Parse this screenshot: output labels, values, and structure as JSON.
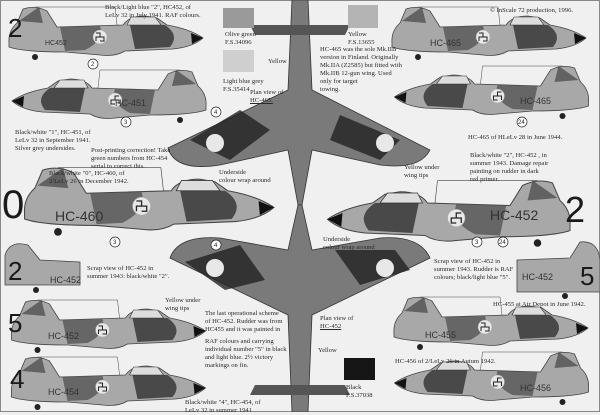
{
  "copyright": "© InScale 72 production, 1996.",
  "swatches": [
    {
      "name": "Olive green",
      "fs": "F.S.34096",
      "color": "#9a9a9a"
    },
    {
      "name": "Light blue grey",
      "fs": "F.S.35414",
      "color": "#cfcfcf"
    },
    {
      "name": "Yellow",
      "fs": "F.S.13655",
      "color": "#b4b4b4"
    },
    {
      "name": "Black",
      "fs": "F.S.37038",
      "color": "#161616"
    }
  ],
  "captions": {
    "hc452_1941_a": "Black/Light blue \"2\", HC452, of",
    "hc452_1941_b": "LeLv 32 in July 1941. RAF colours.",
    "plan465_a": "Plan view of",
    "plan465_b": "HC-465.",
    "yellow_top": "Yellow",
    "hc465_note": [
      "HC-465 was the sole Mk.IIB",
      "version in Finland. Originally",
      "Mk.IIA (Z2585) but fitted with",
      "Mk.IIB 12-gun wing. Used",
      "only for target",
      "towing."
    ],
    "hc465_1944": "HC-465 of HLeLv 28 in June 1944.",
    "hc451": [
      "Black/white \"1\", HC-451, of",
      "LeLv 32 in September 1941.",
      "Silver grey  undersides."
    ],
    "correction": [
      "Post-printing correction! Take",
      "green numbers from HC-454",
      "serial to correct this."
    ],
    "hc460": [
      "Black/white \"0\", HC-460, of",
      "2/LeLv 26 in December 1942."
    ],
    "underside_top": [
      "Underside",
      "colour wrap around"
    ],
    "yellow_tips_top": [
      "Yellow under",
      "wing tips"
    ],
    "hc452_1943": [
      "Black/white \"2\",  HC-452 , in",
      "summer 1943. Damage repair",
      "painting on rudder in dark",
      "red primer."
    ],
    "underside_bottom": [
      "Underside",
      "colour wrap around"
    ],
    "scrap_left": [
      "Scrap view of HC-452 in",
      "summer 1943: black/white \"2\"."
    ],
    "scrap_right": [
      "Scrap view of HC-452 in",
      "summer 1943. Rudder is RAF",
      "colours; black/light blue \"5\"."
    ],
    "yellow_tips_bottom": [
      "Yellow under",
      "wing tips"
    ],
    "last_scheme": [
      "The last operational scheme",
      "of HC-452. Rudder was from",
      "HC455 and it was painted in"
    ],
    "raf_colours": [
      "RAF colours and carrying",
      "individual number \"5\" in black",
      "and light blue. 2½ victory",
      "markings on fin."
    ],
    "hc455": "HC-455 at Air Depot in June 1942.",
    "plan452": [
      "Plan view of",
      "HC-452"
    ],
    "yellow_bottom": "Yellow",
    "hc456": "HC-456 of 2/LeLv 26 in Autum 1942.",
    "hc454": [
      "Black/white \"4\", HC-454, of",
      "LeLv 32 in summer 1941"
    ]
  },
  "aircraft": {
    "p1": {
      "code": "HC452",
      "num": "2"
    },
    "p2": {
      "code": "HC-451",
      "num": ""
    },
    "p3": {
      "code": "HC-465",
      "num": ""
    },
    "p4": {
      "code": "HC-465",
      "num": ""
    },
    "p5": {
      "code": "HC-460",
      "num": "0"
    },
    "p6": {
      "code": "HC-452",
      "num": "2"
    },
    "p7": {
      "code": "HC-452",
      "num": "2"
    },
    "p8": {
      "code": "HC-452",
      "num": "5"
    },
    "p9": {
      "code": "HC-452",
      "num": "5"
    },
    "p10": {
      "code": "HC-455",
      "num": ""
    },
    "p11": {
      "code": "HC-454",
      "num": "4"
    },
    "p12": {
      "code": "HC-456",
      "num": ""
    }
  },
  "callouts": [
    "2",
    "3",
    "24",
    "3",
    "4",
    "3",
    "24",
    "4"
  ]
}
